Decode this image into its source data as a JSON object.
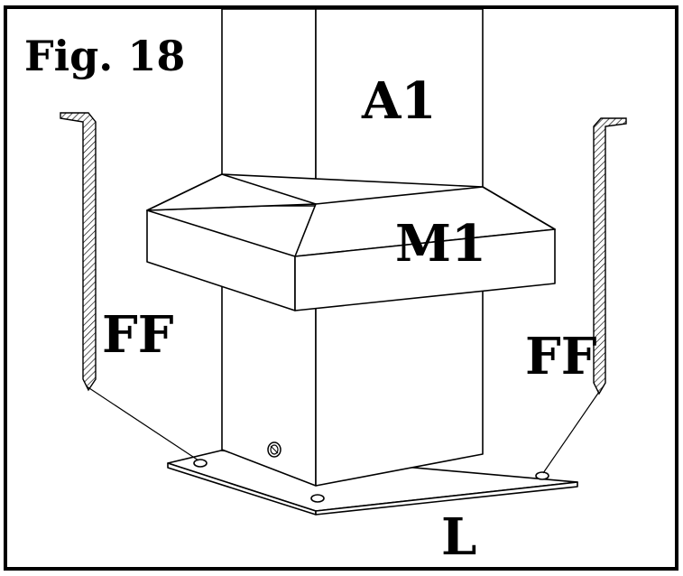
{
  "figure": {
    "title": "Fig. 18",
    "labels": {
      "post": "A1",
      "collar": "M1",
      "anchor_left": "FF",
      "anchor_right": "FF",
      "base_plate": "L"
    }
  }
}
